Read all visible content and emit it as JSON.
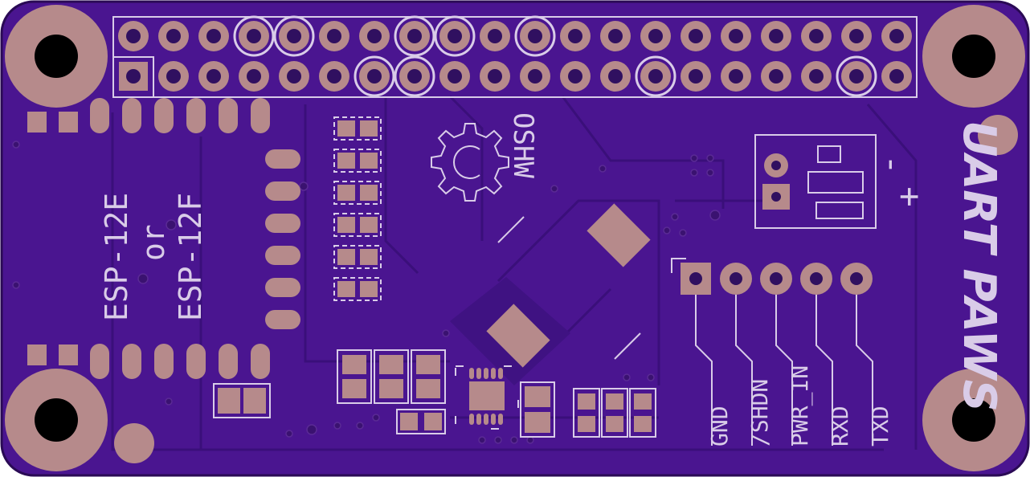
{
  "board": {
    "colors": {
      "substrate": "#4a1590",
      "substrate_edge": "#2a0a55",
      "pad": "#b68a8b",
      "silkscreen": "#d9cce8",
      "hole": "#000000"
    }
  },
  "labels": {
    "module_line1": "ESP-12E",
    "module_or": "or",
    "module_line2": "ESP-12F",
    "oshw": "OSHW",
    "plus": "+",
    "minus": "-",
    "brand": "UART PAWS"
  },
  "pin_header": {
    "labels": [
      "GND",
      "/SHDN",
      "PWR_IN",
      "RXD",
      "TXD"
    ]
  },
  "icons": {
    "oshw_logo": "gear-icon",
    "mounting_hole": "mounting-hole-icon"
  }
}
